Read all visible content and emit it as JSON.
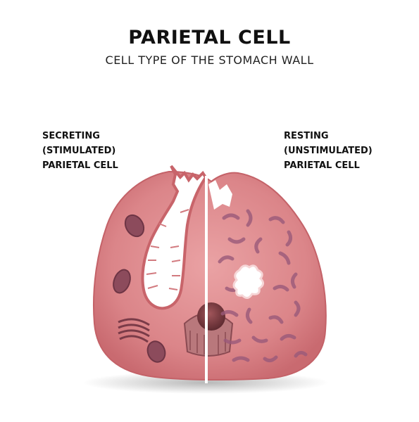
{
  "title": "PARIETAL CELL",
  "subtitle": "CELL TYPE OF THE STOMACH WALL",
  "left_label": [
    "SECRETING",
    "(STIMULATED)",
    "PARIETAL CELL"
  ],
  "right_label": [
    "RESTING",
    "(UNSTIMULATED)",
    "PARIETAL CELL"
  ],
  "colors": {
    "cytoplasm": "#d97f83",
    "cytoplasm_light": "#eea9ab",
    "outline": "#b8565c",
    "organelle": "#9a5a7a",
    "divider": "#ffffff"
  }
}
